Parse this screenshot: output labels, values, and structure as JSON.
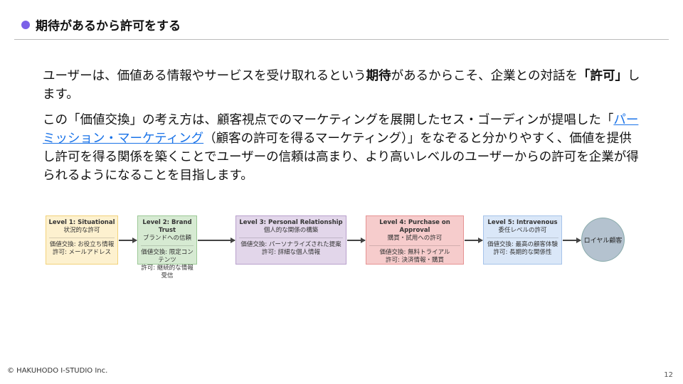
{
  "header": {
    "title": "期待があるから許可をする"
  },
  "body": {
    "p1_a": "ユーザーは、価値ある情報やサービスを受け取れるという",
    "p1_b": "期待",
    "p1_c": "があるからこそ、企業との対話を",
    "p1_d": "「許可」",
    "p1_e": "します。",
    "p2_a": "この「価値交換」の考え方は、顧客視点でのマーケティングを展開したセス・ゴーディンが提唱した「",
    "p2_link": "パーミッション・マーケティング",
    "p2_b": "（顧客の許可を得るマーケティング）」をなぞると分かりやすく、価値を提供し許可を得る関係を築くことでユーザーの信頼は高まり、より高いレベルのユーザーからの許可を企業が得られるようになることを目指します。"
  },
  "diagram": {
    "levels": [
      {
        "title": "Level 1: Situational",
        "subtitle": "状況的な許可",
        "exchange": "価値交換: お役立ち情報",
        "permission": "許可: メールアドレス",
        "bg": "#fdf1cf",
        "border": "#f2d27a"
      },
      {
        "title": "Level 2: Brand Trust",
        "subtitle": "ブランドへの信頼",
        "exchange": "価値交換: 限定コンテンツ",
        "permission": "許可: 継続的な情報受信",
        "bg": "#d6ead2",
        "border": "#9cc996"
      },
      {
        "title": "Level 3: Personal Relationship",
        "subtitle": "個人的な関係の構築",
        "exchange": "価値交換: パーソナライズされた提案",
        "permission": "許可: 詳細な個人情報",
        "bg": "#e2d6ea",
        "border": "#b9a0cc"
      },
      {
        "title": "Level 4: Purchase on Approval",
        "subtitle": "購買・試用への許可",
        "exchange": "価値交換: 無料トライアル",
        "permission": "許可: 決済情報・購買",
        "bg": "#f6cccc",
        "border": "#e59393"
      },
      {
        "title": "Level 5: Intravenous",
        "subtitle": "委任レベルの許可",
        "exchange": "価値交換: 最高の顧客体験",
        "permission": "許可: 長期的な関係性",
        "bg": "#dae7f8",
        "border": "#a6c3ea"
      }
    ],
    "goal": "ロイヤル顧客"
  },
  "footer": {
    "copyright": "© HAKUHODO I-STUDIO Inc.",
    "page": "12"
  }
}
